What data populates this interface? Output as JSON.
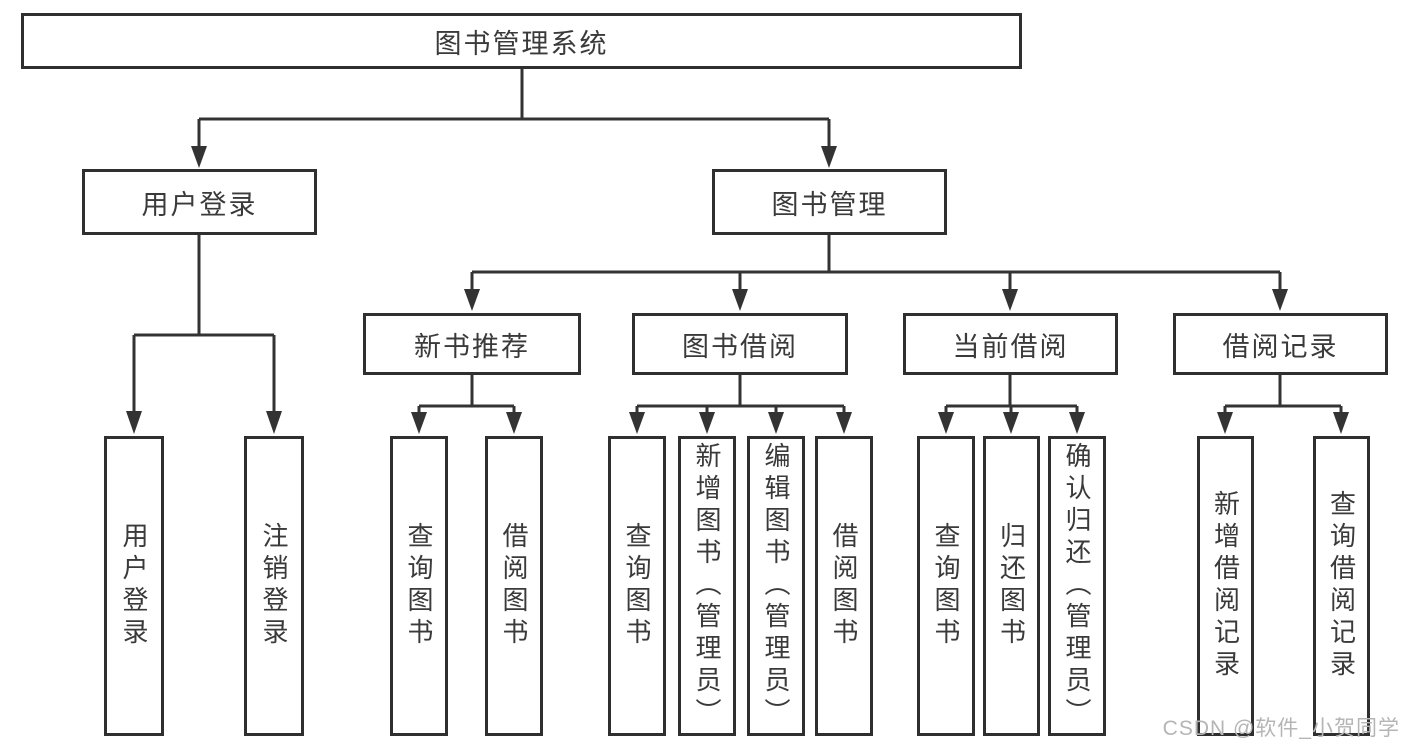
{
  "title": "图书管理系统",
  "watermark": "CSDN @软件_小贺同学",
  "colors": {
    "line": "#333333",
    "box_border": "#2f2f2f",
    "box_fill": "#ffffff",
    "text": "#3a3a3a",
    "watermark": "#b5b5b5",
    "background": "#ffffff"
  },
  "nodes": {
    "root": {
      "label": "图书管理系统"
    },
    "branches": [
      {
        "label": "用户登录",
        "children": [
          {
            "label": "用户登录"
          },
          {
            "label": "注销登录"
          }
        ]
      },
      {
        "label": "图书管理",
        "children": [
          {
            "label": "新书推荐",
            "children": [
              {
                "label": "查询图书"
              },
              {
                "label": "借阅图书"
              }
            ]
          },
          {
            "label": "图书借阅",
            "children": [
              {
                "label": "查询图书"
              },
              {
                "label": "新增图书（管理员）"
              },
              {
                "label": "编辑图书（管理员）"
              },
              {
                "label": "借阅图书"
              }
            ]
          },
          {
            "label": "当前借阅",
            "children": [
              {
                "label": "查询图书"
              },
              {
                "label": "归还图书"
              },
              {
                "label": "确认归还（管理员）"
              }
            ]
          },
          {
            "label": "借阅记录",
            "children": [
              {
                "label": "新增借阅记录"
              },
              {
                "label": "查询借阅记录"
              }
            ]
          }
        ]
      }
    ]
  }
}
